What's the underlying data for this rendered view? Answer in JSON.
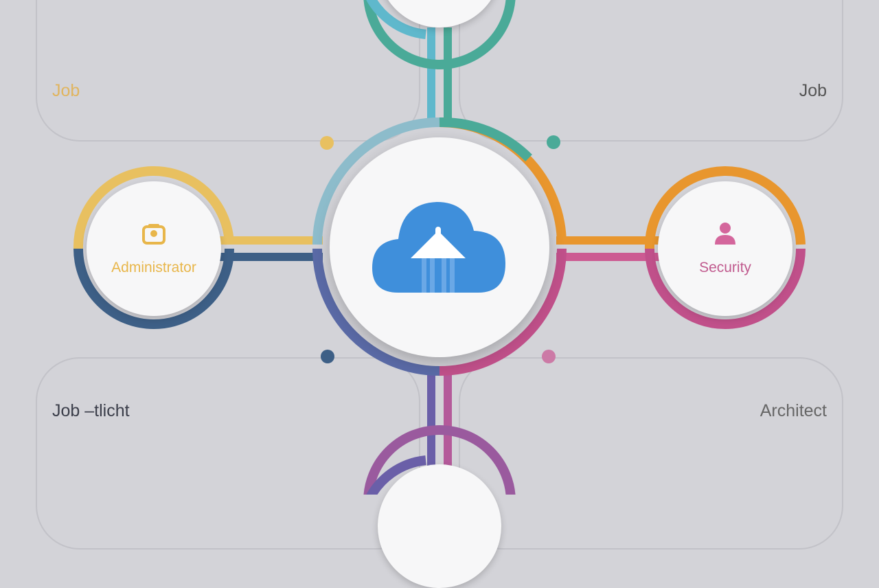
{
  "nodes": {
    "left_label": "Administrator",
    "right_label": "Security",
    "center_icon": "cloud-upload-icon",
    "left_icon": "admin-badge-icon",
    "right_icon": "user-icon"
  },
  "panels": {
    "top_left": "Job",
    "top_right": "Job",
    "bottom_left": "Job –tlicht",
    "bottom_right": "Architect"
  },
  "colors": {
    "background": "#d3d3d8",
    "yellow": "#e8b64a",
    "orange": "#e8962e",
    "teal": "#4aaa98",
    "cyan": "#5fb8cc",
    "navy": "#3d5f86",
    "purple": "#6a5fa8",
    "pink": "#cc5a92",
    "blue": "#3f8fdb"
  }
}
